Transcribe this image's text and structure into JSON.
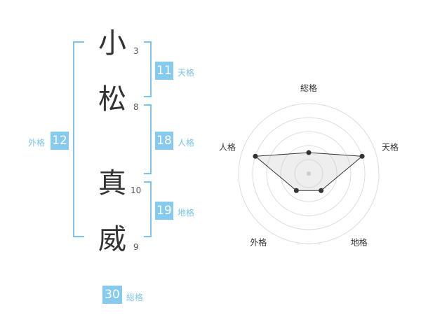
{
  "name": {
    "characters": [
      {
        "char": "小",
        "strokes": "3"
      },
      {
        "char": "松",
        "strokes": "8"
      },
      {
        "char": "真",
        "strokes": "10"
      },
      {
        "char": "威",
        "strokes": "9"
      }
    ]
  },
  "fortunes": {
    "tenkaku": {
      "value": "11",
      "label": "天格"
    },
    "jinkaku": {
      "value": "18",
      "label": "人格"
    },
    "chikaku": {
      "value": "19",
      "label": "地格"
    },
    "gaikaku": {
      "value": "12",
      "label": "外格"
    },
    "soukaku": {
      "value": "30",
      "label": "総格"
    }
  },
  "radar": {
    "axes": [
      "総格",
      "天格",
      "地格",
      "外格",
      "人格"
    ],
    "scores": [
      1.5,
      4,
      1.5,
      1.5,
      4
    ],
    "max": 5,
    "rings": 5
  },
  "colors": {
    "accent": "#86cbef",
    "bracket": "#7cc4ea",
    "kanji": "#333333"
  }
}
